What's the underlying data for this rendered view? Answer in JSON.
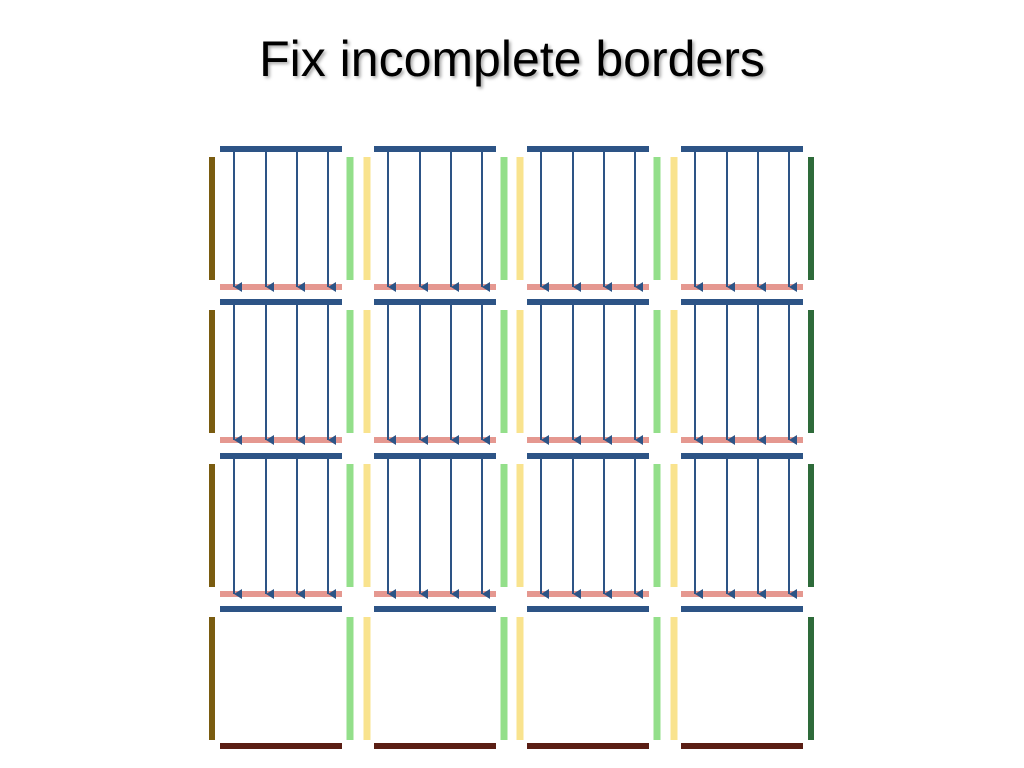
{
  "slide": {
    "title": "Fix incomplete borders"
  },
  "diagram": {
    "grid": {
      "rows": 4,
      "cols": 4
    },
    "arrow_rows": 3,
    "arrows_per_block": 4,
    "colors": {
      "top_border": "#2d5486",
      "arrow": "#2d5486",
      "bottom_halo": "#e59890",
      "left_edge": "#7a5c10",
      "right_edge": "#2e6b3a",
      "block_right": "#93df8a",
      "block_left": "#f9e38e",
      "final_bottom": "#5a1e14"
    }
  }
}
